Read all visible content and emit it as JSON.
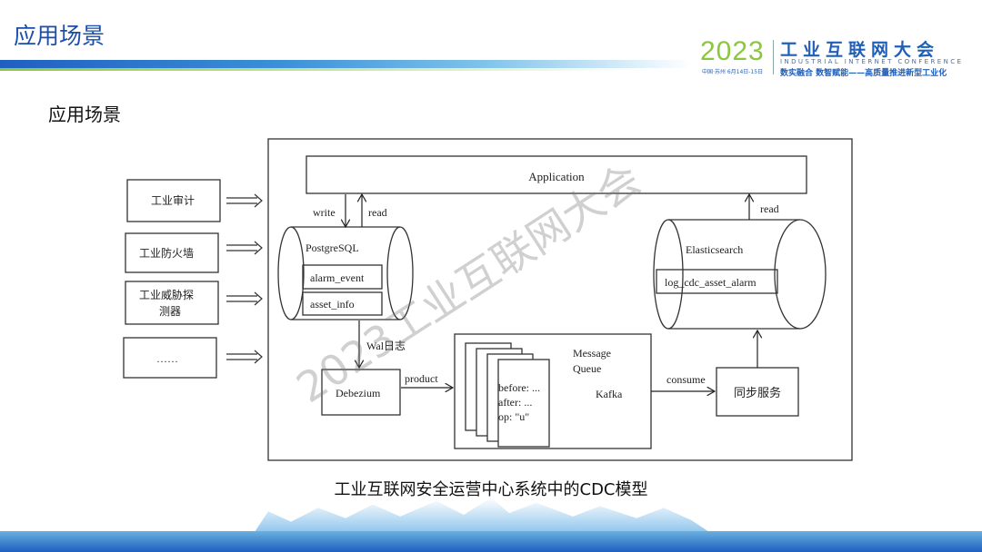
{
  "header": {
    "title": "应用场景",
    "logo": {
      "year": "2023",
      "location_date": "中国·苏州 6月14日-15日",
      "name": "工业互联网大会",
      "english": "INDUSTRIAL INTERNET CONFERENCE",
      "slogan": "数实融合 数智赋能——高质量推进新型工业化"
    }
  },
  "subtitle": "应用场景",
  "diagram": {
    "sources": [
      "工业审计",
      "工业防火墙",
      "工业威胁探",
      "测器",
      "……"
    ],
    "application": "Application",
    "write": "write",
    "read": "read",
    "read2": "read",
    "postgres": "PostgreSQL",
    "tables": [
      "alarm_event",
      "asset_info"
    ],
    "elasticsearch": "Elasticsearch",
    "es_index": "log_cdc_asset_alarm",
    "wal": "Wal日志",
    "debezium": "Debezium",
    "product": "product",
    "mq": [
      "Message",
      "Queue"
    ],
    "kafka": "Kafka",
    "msg": [
      "before: ...",
      "after: ...",
      "op: \"u\""
    ],
    "consume": "consume",
    "sync": "同步服务"
  },
  "watermark": "2023工业互联网大会",
  "caption": "工业互联网安全运营中心系统中的CDC模型"
}
